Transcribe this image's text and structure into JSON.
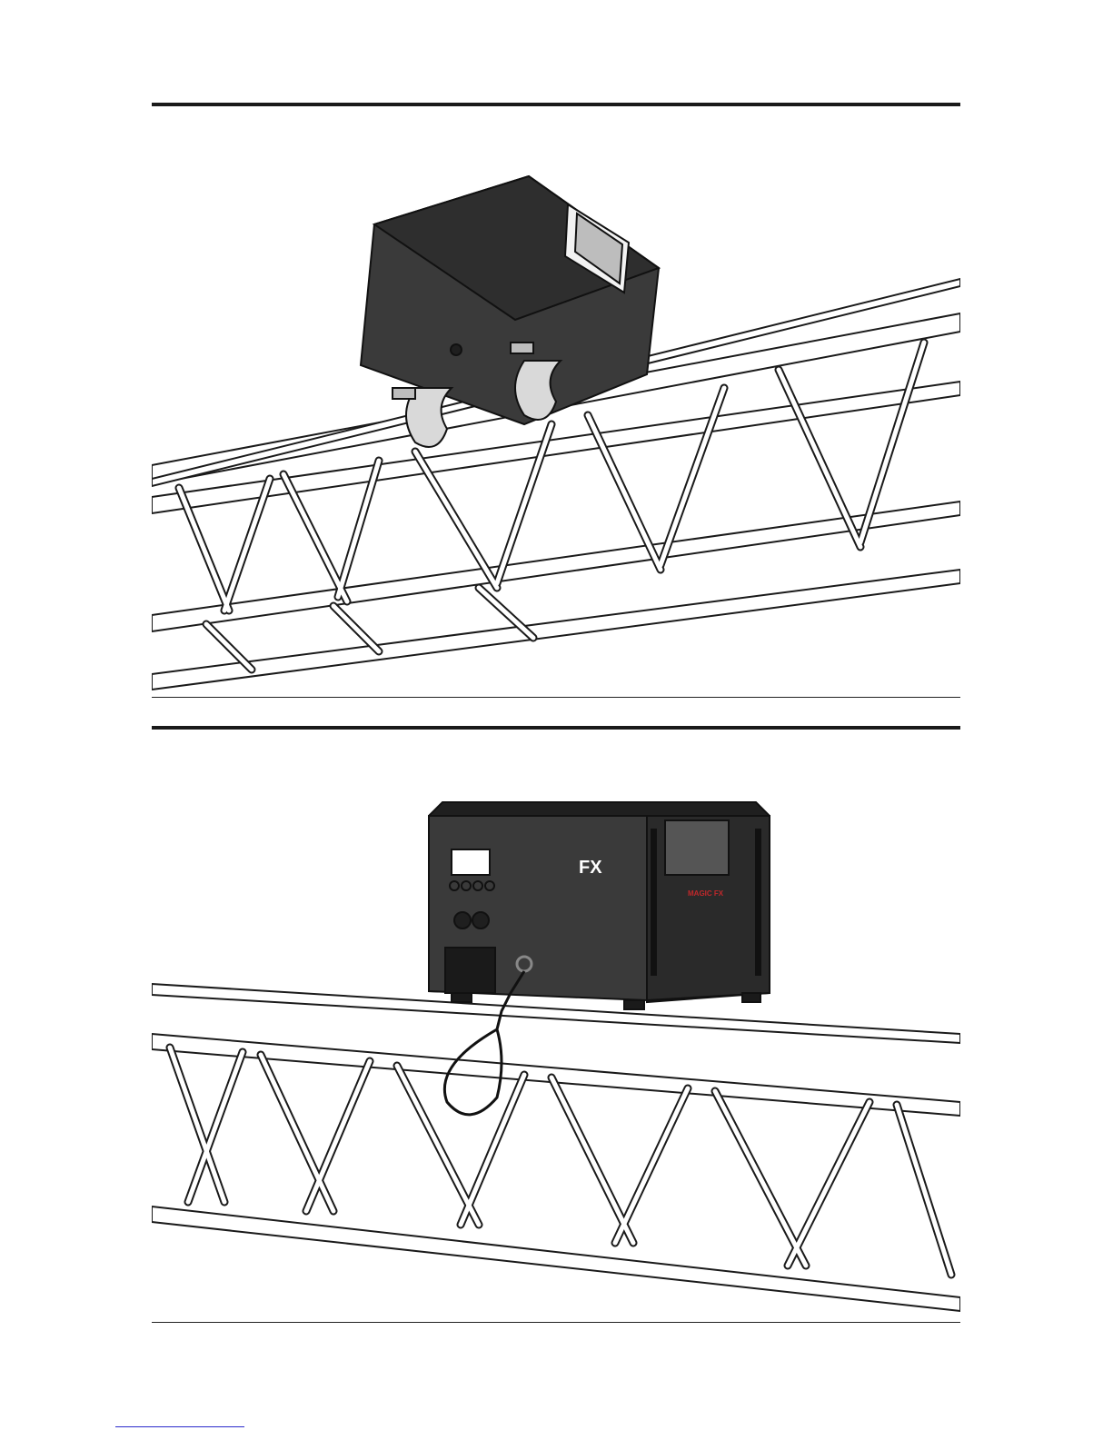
{
  "figure_top": {
    "description_icon": "fixture-clamped-on-truss-top-view"
  },
  "figure_bottom": {
    "description_icon": "fixture-on-truss-with-safety-cable",
    "logo_fx": "FX",
    "brand_logo": "MAGIC FX"
  },
  "colors": {
    "fixture_body": "#3a3a3a",
    "fixture_dark": "#1f1f1f",
    "truss_fill": "#ffffff",
    "truss_stroke": "#1a1a1a",
    "clamp": "#d9d9d9",
    "brand_red": "#c0282b",
    "footer_link": "#2a2acc"
  }
}
